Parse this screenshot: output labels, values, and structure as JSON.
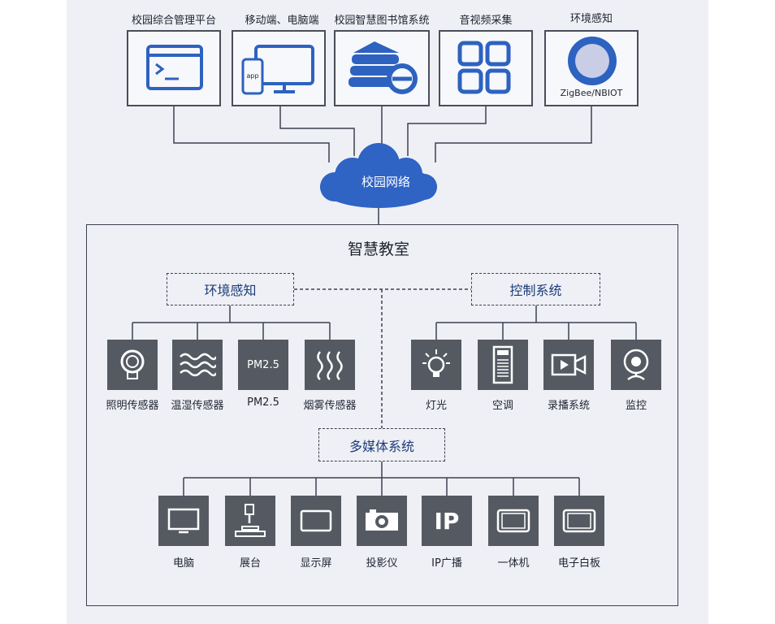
{
  "top_sources": [
    {
      "label": "校园综合管理平台",
      "icon": "terminal-window-icon"
    },
    {
      "label": "移动端、电脑端",
      "icon": "phone-monitor-icon",
      "sublabel": "app"
    },
    {
      "label": "校园智慧图书馆系统",
      "icon": "books-ie-icon"
    },
    {
      "label": "音视频采集",
      "icon": "four-grid-icon"
    },
    {
      "label": "环境感知",
      "icon": "circle-sensor-icon",
      "sublabel": "ZigBee/NBIOT"
    }
  ],
  "network": {
    "label": "校园网络"
  },
  "classroom": {
    "title": "智慧教室",
    "env_group": {
      "label": "环境感知",
      "items": [
        {
          "label": "照明传感器",
          "icon": "bulb-sensor-icon"
        },
        {
          "label": "温湿传感器",
          "icon": "waves-icon"
        },
        {
          "label": "PM2.5",
          "icon": "pm25-icon",
          "tile_text": "PM2.5"
        },
        {
          "label": "烟雾传感器",
          "icon": "smoke-icon"
        }
      ]
    },
    "ctrl_group": {
      "label": "控制系统",
      "items": [
        {
          "label": "灯光",
          "icon": "light-icon"
        },
        {
          "label": "空调",
          "icon": "air-conditioner-icon"
        },
        {
          "label": "录播系统",
          "icon": "video-camera-icon"
        },
        {
          "label": "监控",
          "icon": "webcam-icon"
        }
      ]
    },
    "media_group": {
      "label": "多媒体系统",
      "items": [
        {
          "label": "电脑",
          "icon": "monitor-icon"
        },
        {
          "label": "展台",
          "icon": "document-camera-icon"
        },
        {
          "label": "显示屏",
          "icon": "display-icon"
        },
        {
          "label": "投影仪",
          "icon": "projector-icon"
        },
        {
          "label": "IP广播",
          "icon": "ip-icon",
          "tile_text": "IP"
        },
        {
          "label": "一体机",
          "icon": "tablet-icon"
        },
        {
          "label": "电子白板",
          "icon": "whiteboard-icon"
        }
      ]
    }
  },
  "colors": {
    "accent": "#2f63c4",
    "tile": "#555a62",
    "icon_blue": "#2d62c0"
  }
}
